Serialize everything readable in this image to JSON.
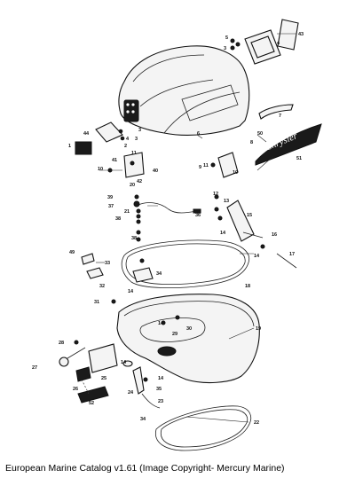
{
  "caption": "European Marine Catalog v1.61 (Image Copyright- Mercury Marine)",
  "decal_text": "Chrysler",
  "callouts": [
    {
      "id": "c43",
      "label": "43"
    },
    {
      "id": "c4a",
      "label": "4"
    },
    {
      "id": "c5a",
      "label": "5"
    },
    {
      "id": "c3a",
      "label": "3"
    },
    {
      "id": "c3b",
      "label": "3"
    },
    {
      "id": "c6",
      "label": "6"
    },
    {
      "id": "c44",
      "label": "44"
    },
    {
      "id": "c1",
      "label": "1"
    },
    {
      "id": "c4b",
      "label": "4"
    },
    {
      "id": "c2",
      "label": "2"
    },
    {
      "id": "c3c",
      "label": "3"
    },
    {
      "id": "c7",
      "label": "7"
    },
    {
      "id": "c50",
      "label": "50"
    },
    {
      "id": "c8",
      "label": "8"
    },
    {
      "id": "c51",
      "label": "51"
    },
    {
      "id": "c10a",
      "label": "10"
    },
    {
      "id": "c41",
      "label": "41"
    },
    {
      "id": "c11a",
      "label": "11"
    },
    {
      "id": "c40",
      "label": "40"
    },
    {
      "id": "c42",
      "label": "42"
    },
    {
      "id": "c20",
      "label": "20"
    },
    {
      "id": "c9",
      "label": "9"
    },
    {
      "id": "c11b",
      "label": "11"
    },
    {
      "id": "c10b",
      "label": "10"
    },
    {
      "id": "c39",
      "label": "39"
    },
    {
      "id": "c37",
      "label": "37"
    },
    {
      "id": "c21",
      "label": "21"
    },
    {
      "id": "c38a",
      "label": "38"
    },
    {
      "id": "c38b",
      "label": "38"
    },
    {
      "id": "c36",
      "label": "36"
    },
    {
      "id": "c12",
      "label": "12"
    },
    {
      "id": "c13",
      "label": "13"
    },
    {
      "id": "c15",
      "label": "15"
    },
    {
      "id": "c14a",
      "label": "14"
    },
    {
      "id": "c16",
      "label": "16"
    },
    {
      "id": "c14b",
      "label": "14"
    },
    {
      "id": "c17",
      "label": "17"
    },
    {
      "id": "c49",
      "label": "49"
    },
    {
      "id": "c33",
      "label": "33"
    },
    {
      "id": "c34",
      "label": "34"
    },
    {
      "id": "c32",
      "label": "32"
    },
    {
      "id": "c18",
      "label": "18"
    },
    {
      "id": "c14c",
      "label": "14"
    },
    {
      "id": "c31",
      "label": "31"
    },
    {
      "id": "c14d",
      "label": "14"
    },
    {
      "id": "c30",
      "label": "30"
    },
    {
      "id": "c29",
      "label": "29"
    },
    {
      "id": "c19",
      "label": "19"
    },
    {
      "id": "c28",
      "label": "28"
    },
    {
      "id": "c27",
      "label": "27"
    },
    {
      "id": "c26",
      "label": "26"
    },
    {
      "id": "c25",
      "label": "25"
    },
    {
      "id": "c14e",
      "label": "14"
    },
    {
      "id": "c14f",
      "label": "14"
    },
    {
      "id": "c24",
      "label": "24"
    },
    {
      "id": "c35",
      "label": "35"
    },
    {
      "id": "c23",
      "label": "23"
    },
    {
      "id": "c34b",
      "label": "34"
    },
    {
      "id": "c22",
      "label": "22"
    },
    {
      "id": "c52",
      "label": "52"
    }
  ]
}
